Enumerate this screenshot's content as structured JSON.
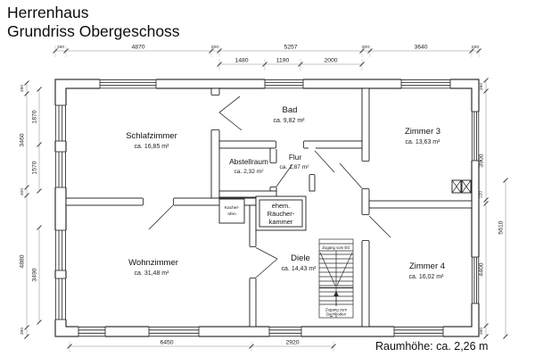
{
  "title": {
    "line1": "Herrenhaus",
    "line2": "Grundriss Obergeschoss"
  },
  "footer": {
    "room_height": "Raumhöhe: ca. 2,26 m"
  },
  "rooms": {
    "schlafzimmer": {
      "name": "Schlafzimmer",
      "area": "ca. 16,85 m²"
    },
    "bad": {
      "name": "Bad",
      "area": "ca. 9,82 m²"
    },
    "zimmer3": {
      "name": "Zimmer 3",
      "area": "ca. 13,63 m²"
    },
    "abstellraum": {
      "name": "Abstellraum",
      "area": "ca. 2,32 m²"
    },
    "flur": {
      "name": "Flur",
      "area": "ca. 1,87 m²"
    },
    "wohnzimmer": {
      "name": "Wohnzimmer",
      "area": "ca. 31,48 m²"
    },
    "diele": {
      "name": "Diele",
      "area": "ca. 14,43 m²"
    },
    "zimmer4": {
      "name": "Zimmer 4",
      "area": "ca. 16,02 m²"
    }
  },
  "features": {
    "kachelofen": {
      "line1": "Kachel-",
      "line2": "ofen"
    },
    "raeucherkammer": {
      "line1": "ehem.",
      "line2": "Räucher-",
      "line3": "kammer"
    },
    "stairs": {
      "top": "Zugang vom EG",
      "bottom1": "Zugang zum",
      "bottom2": "Dachboden"
    }
  },
  "dimensions": {
    "top_row1": [
      "390",
      "4870",
      "300",
      "5257",
      "300",
      "3640",
      "260"
    ],
    "top_row2": [
      "1480",
      "1190",
      "2000"
    ],
    "left_outer": [
      "390",
      "3460",
      "300",
      "4880",
      "390"
    ],
    "left_inner": [
      "1870",
      "1570",
      "3490"
    ],
    "right_outer": [
      "390",
      "3900",
      "120",
      "4400",
      "390"
    ],
    "right_inner": [
      "5610"
    ],
    "bottom": [
      "6450",
      "2920"
    ]
  }
}
